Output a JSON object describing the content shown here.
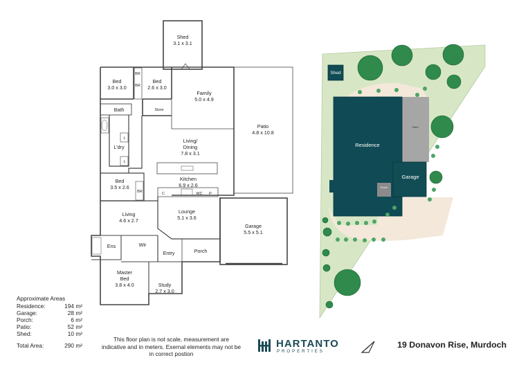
{
  "rooms": {
    "shed_name": "Shed",
    "shed_size": "3.1 x 3.1",
    "bed1_name": "Bed",
    "bed1_size": "3.0 x 3.0",
    "bed2_name": "Bed",
    "bed2_size": "2.6 x 3.0",
    "bed3_name": "Bed",
    "bed3_size": "3.5 x 2.6",
    "family_name": "Family",
    "family_size": "5.0 x 4.9",
    "patio_name": "Patio",
    "patio_size": "4.8 x 10.8",
    "bath": "Bath",
    "store": "Store",
    "ldry": "L'dry",
    "living_dining_1": "Living/",
    "living_dining_2": "Dining",
    "living_dining_size": "7.8 x 3.1",
    "kitchen_name": "Kitchen",
    "kitchen_size": "6.9 x 2.6",
    "living_name": "Living",
    "living_size": "4.6 x 2.7",
    "lounge_name": "Lounge",
    "lounge_size": "5.1 x 3.6",
    "garage_name": "Garage",
    "garage_size": "5.5 x 5.1",
    "ens": "Ens",
    "wir": "Wir",
    "porch": "Porch",
    "entry": "Entry",
    "master_name": "Master",
    "master_name2": "Bed",
    "master_size": "3.8 x 4.0",
    "study_name": "Study",
    "study_size": "2.7 x 3.0",
    "br": "BR",
    "l": "L",
    "c": "C",
    "wc": "WC",
    "p": "P"
  },
  "site_plan": {
    "shed": "Shed",
    "residence": "Residence",
    "garage": "Garage",
    "patio": "Patio",
    "porch": "Porch"
  },
  "areas": {
    "heading": "Approximate Areas",
    "rows": [
      {
        "label": "Residence:",
        "value": "194 m²"
      },
      {
        "label": "Garage:",
        "value": "28 m²"
      },
      {
        "label": "Porch:",
        "value": "6 m²"
      },
      {
        "label": "Patio:",
        "value": "52 m²"
      },
      {
        "label": "Shed:",
        "value": "10 m²"
      }
    ],
    "total_label": "Total Area:",
    "total_value": "290 m²"
  },
  "disclaimer": {
    "line1": "This floor plan is not scale, measurement are",
    "line2": "indicative and in meters. Exernal elements may not be",
    "line3": "in correct postion"
  },
  "brand": {
    "name": "HARTANTO",
    "sub": "PROPERTIES"
  },
  "address": "19 Donavon Rise, Murdoch",
  "colors": {
    "residence": "#0f4a55",
    "garage": "#124d55",
    "grass": "#d7e7c6",
    "paving": "#f3e8d9",
    "patio": "#a6a6a6",
    "tree": "#2f8a4c"
  }
}
